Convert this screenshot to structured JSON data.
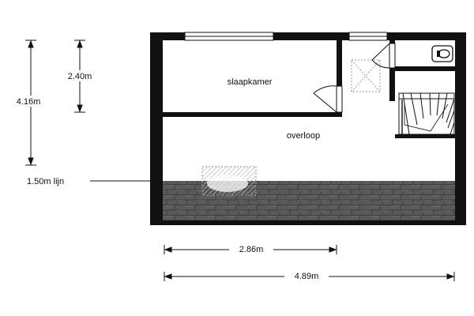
{
  "rooms": {
    "bedroom": "slaapkamer",
    "landing": "overloop"
  },
  "dimensions": {
    "total_height": "4.16m",
    "bedroom_depth": "2.40m",
    "ceiling_line": "1.50m lijn",
    "bedroom_width": "2.86m",
    "total_width": "4.89m"
  },
  "icons": {
    "toilet": "toilet-icon",
    "stairs": "stairs-icon",
    "skylight": "skylight-icon",
    "roof": "roof-tiles-pattern"
  },
  "colors": {
    "wall": "#111111",
    "roof_tile": "#555555",
    "line": "#111111"
  }
}
